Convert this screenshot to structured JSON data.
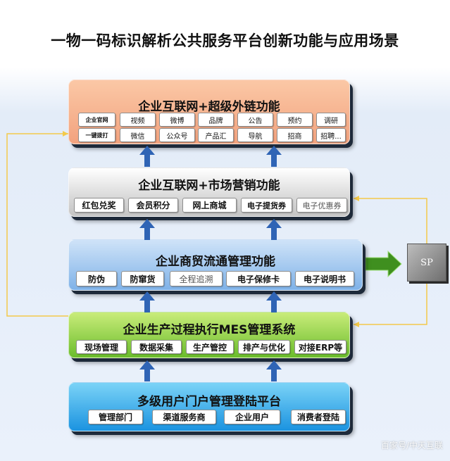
{
  "title": "一物一码标识解析公共服务平台创新功能与应用场景",
  "tier1": {
    "title": "企业互联网+超级外链功能",
    "row1": [
      "企业官网",
      "视频",
      "微博",
      "品牌",
      "公告",
      "预约",
      "调研"
    ],
    "row2": [
      "一键拨打",
      "微信",
      "公众号",
      "产品汇",
      "导航",
      "招商",
      "招聘..."
    ]
  },
  "tier2": {
    "title": "企业互联网+市场营销功能",
    "items": [
      "红包兑奖",
      "会员积分",
      "网上商城",
      "电子提货券",
      "电子优惠券"
    ]
  },
  "tier3": {
    "title": "企业商贸流通管理功能",
    "items": [
      "防伪",
      "防窜货",
      "全程追溯",
      "电子保修卡",
      "电子说明书"
    ]
  },
  "tier4": {
    "title": "企业生产过程执行MES管理系统",
    "items": [
      "现场管理",
      "数据采集",
      "生产管控",
      "排产与优化",
      "对接ERP等"
    ]
  },
  "tier5": {
    "title": "多级用户门户管理登陆平台",
    "items": [
      "管理部门",
      "渠道服务商",
      "企业用户",
      "消费者登陆"
    ]
  },
  "sp": {
    "label": "SP"
  },
  "watermark": "百家号/中天互联",
  "colors": {
    "tier1": "#f4a985",
    "tier2": "#d3d3d3",
    "tier3": "#8dbbea",
    "tier4": "#7dc63a",
    "tier5": "#1e98e2",
    "arrow_blue": "#2f64b5",
    "arrow_green": "#3f8f1f",
    "connector_yellow": "#f3c94a"
  }
}
